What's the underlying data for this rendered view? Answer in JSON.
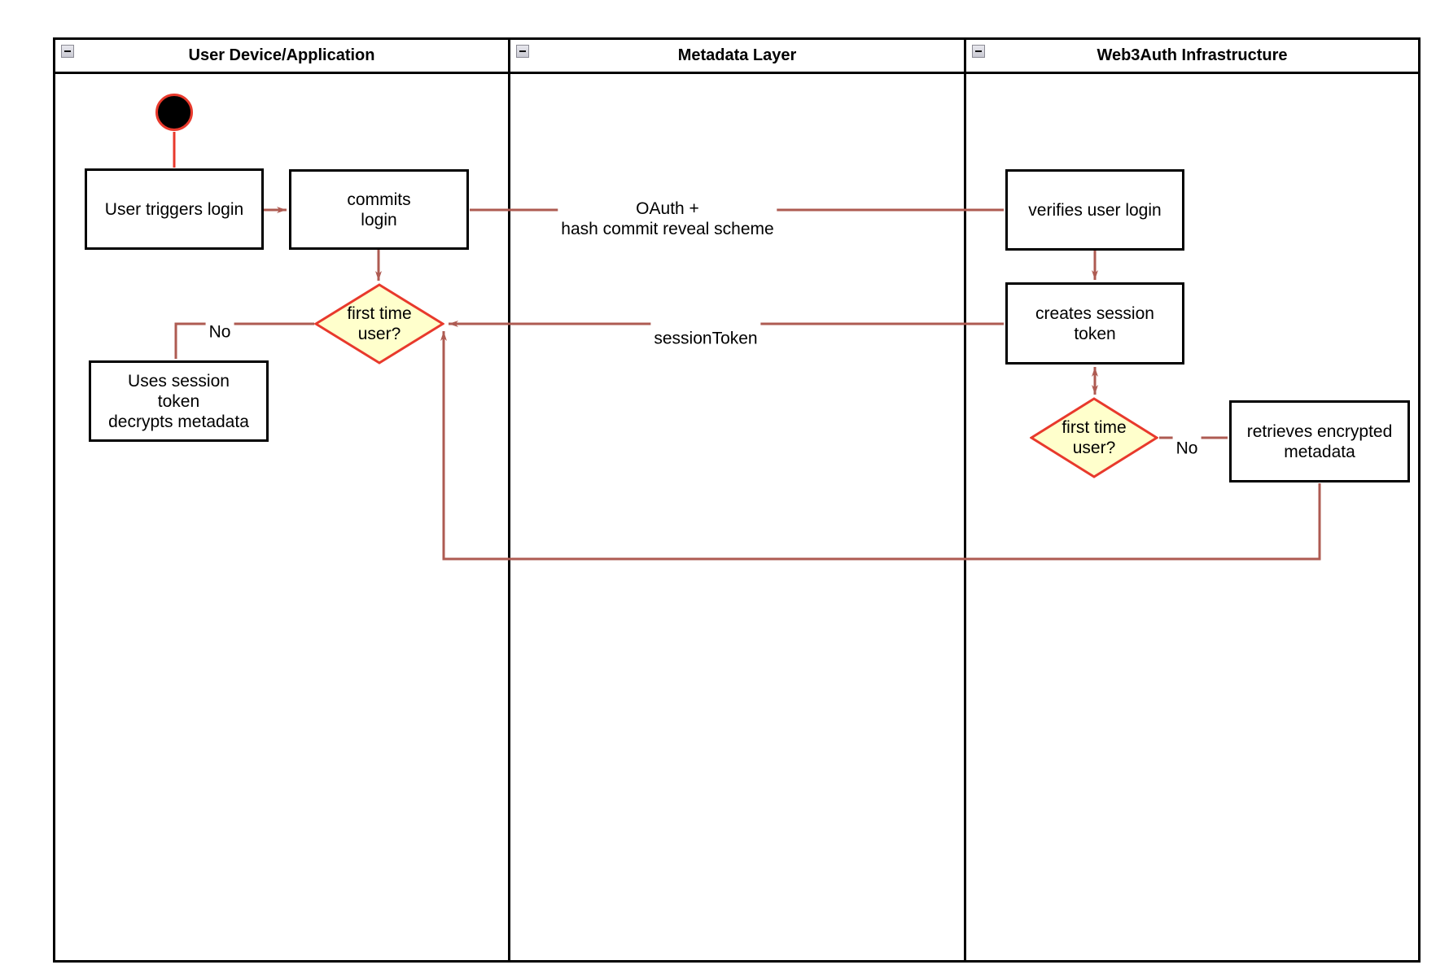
{
  "lanes": [
    {
      "title": "User Device/Application",
      "collapse_icon": "minus"
    },
    {
      "title": "Metadata Layer",
      "collapse_icon": "minus"
    },
    {
      "title": "Web3Auth Infrastructure",
      "collapse_icon": "minus"
    }
  ],
  "nodes": {
    "start": {
      "type": "initial-state-dot"
    },
    "user_triggers_login": {
      "label": "User triggers login"
    },
    "commits_login": {
      "label": "commits\nlogin"
    },
    "first_time_user_device": {
      "label": "first time\nuser?"
    },
    "uses_session_token": {
      "label": "Uses session\ntoken\ndecrypts metadata"
    },
    "verifies_user_login": {
      "label": "verifies user login"
    },
    "creates_session_token": {
      "label": "creates session\ntoken"
    },
    "first_time_user_web3auth": {
      "label": "first time\nuser?"
    },
    "retrieves_encrypted_metadata": {
      "label": "retrieves encrypted\nmetadata"
    }
  },
  "edge_labels": {
    "oauth": {
      "label": "OAuth +\nhash commit reveal scheme"
    },
    "session_token": {
      "label": "sessionToken"
    },
    "no_device": {
      "label": "No"
    },
    "no_web3auth": {
      "label": "No"
    }
  },
  "colors": {
    "edge": "#AE5B52",
    "start_edge": "#E8392C",
    "decision_fill": "#FFFFCC",
    "decision_border": "#E8392C",
    "node_border": "#000000",
    "node_fill": "#FFFFFF"
  }
}
